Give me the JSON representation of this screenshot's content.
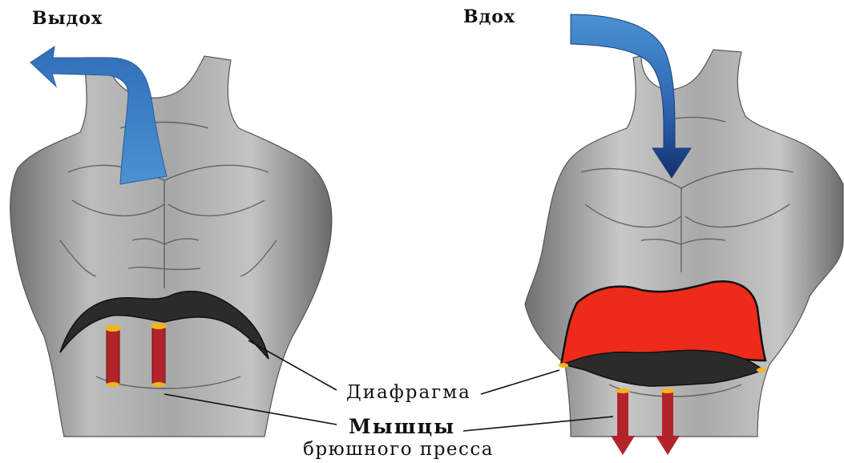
{
  "labels": {
    "exhale": "Выдох",
    "inhale": "Вдох",
    "diaphragm": "Диафрагма",
    "abdominal_muscles_line1": "Мышцы",
    "abdominal_muscles_line2": "брюшного пресса"
  },
  "colors": {
    "airflow_exhale": "#3f86c8",
    "airflow_inhale": "#1c4e96",
    "diaphragm_dark": "#2b2b2b",
    "diaphragm_red": "#ee2a1b",
    "muscle_red": "#b3242a",
    "muscle_tip": "#f2b41c",
    "skin": "#9b9b9b"
  }
}
